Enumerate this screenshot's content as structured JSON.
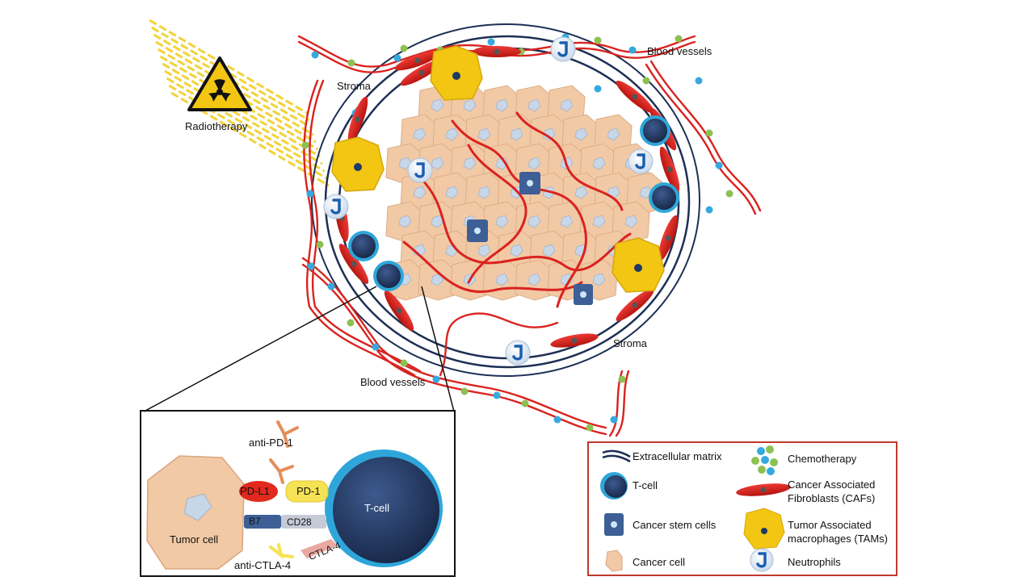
{
  "labels": {
    "radiotherapy": "Radiotherapy",
    "stroma_top": "Stroma",
    "stroma_right": "Stroma",
    "blood_vessels_top": "Blood vessels",
    "blood_vessels_bottom": "Blood vessels"
  },
  "inset": {
    "anti_pd1": "anti-PD-1",
    "pd_l1": "PD-L1",
    "pd_1": "PD-1",
    "b7": "B7",
    "cd28": "CD28",
    "anti_ctla4": "anti-CTLA-4",
    "ctla4": "CTLA-4",
    "tumor_cell": "Tumor cell",
    "t_cell": "T-cell"
  },
  "legend": {
    "items": [
      {
        "id": "ecm",
        "label": "Extracellular matrix"
      },
      {
        "id": "chemo",
        "label": "Chemotherapy"
      },
      {
        "id": "tcell",
        "label": "T-cell"
      },
      {
        "id": "caf",
        "label": "Cancer Associated Fibroblasts (CAFs)"
      },
      {
        "id": "stem",
        "label": "Cancer stem cells"
      },
      {
        "id": "tam",
        "label": "Tumor Associated macrophages (TAMs)"
      },
      {
        "id": "cancer",
        "label": "Cancer cell"
      },
      {
        "id": "neutro",
        "label": "Neutrophils"
      }
    ]
  },
  "colors": {
    "vessel": "#d9231f",
    "matrix": "#1d2f55",
    "cancer_cell": "#f2c9a5",
    "tam": "#f3c613",
    "tcell": "#233a66",
    "tcell_ring": "#2ea6da",
    "chemo_blue": "#35a9de",
    "chemo_green": "#8cc152",
    "radiation": "#f3d23a"
  },
  "icons": {
    "radiation_sign": "radiation-hazard-icon",
    "neutrophil": "neutrophil-icon"
  }
}
